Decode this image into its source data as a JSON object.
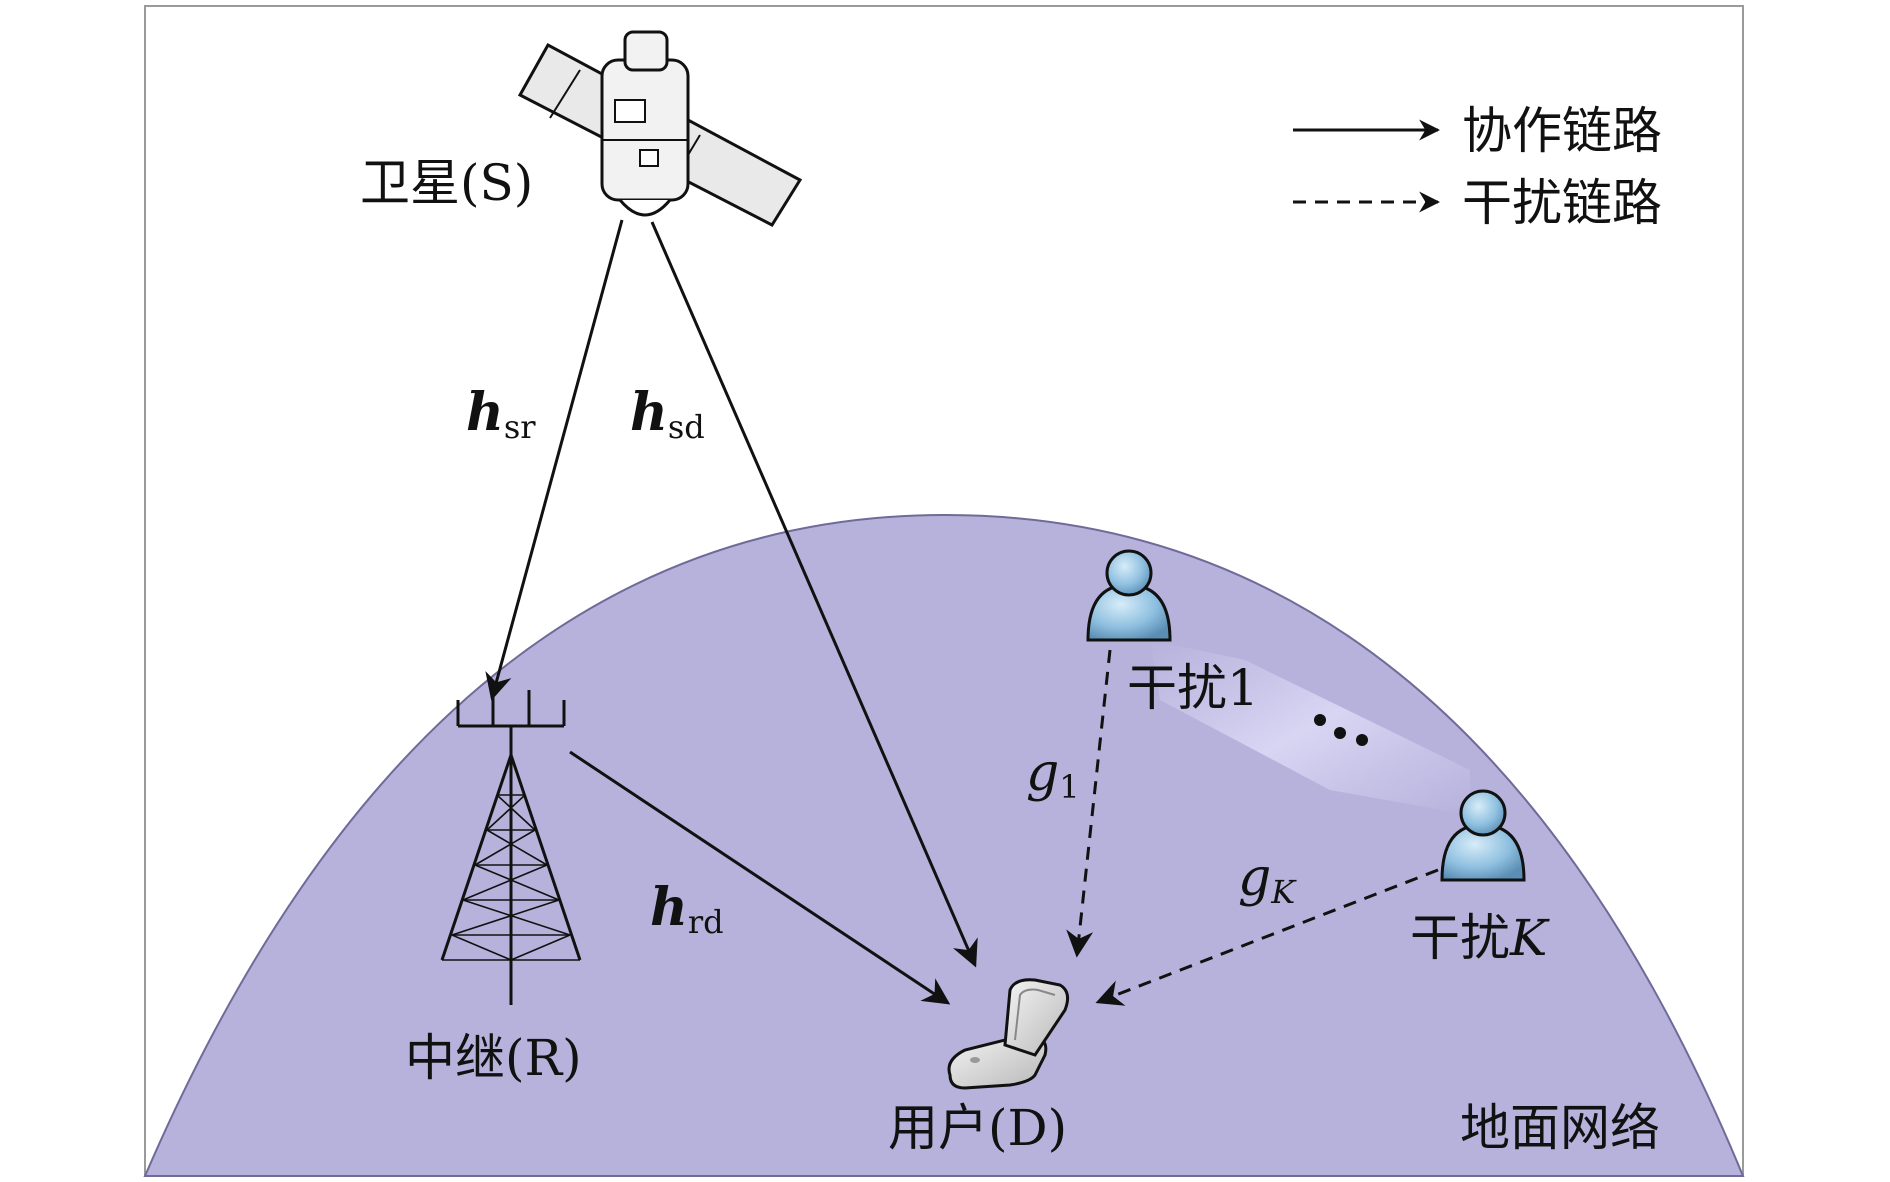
{
  "nodes": {
    "satellite": "卫星(S)",
    "relay": "中继(R)",
    "user": "用户(D)",
    "interferer_1": "干扰1",
    "interferer_k_prefix": "干扰",
    "interferer_k_var": "K",
    "region": "地面网络"
  },
  "links": {
    "h_sr": {
      "symbol": "h",
      "sub": "sr"
    },
    "h_sd": {
      "symbol": "h",
      "sub": "sd"
    },
    "h_rd": {
      "symbol": "h",
      "sub": "rd"
    },
    "g_1": {
      "symbol": "g",
      "sub": "1"
    },
    "g_K": {
      "symbol": "g",
      "sub": "K"
    }
  },
  "legend": {
    "cooperative": "协作链路",
    "interference": "干扰链路"
  },
  "colors": {
    "ground": "#b7b2dc",
    "ground_edge": "#6f6a98",
    "person": "#8fc0e0",
    "arrow": "#111111"
  },
  "icons": [
    "satellite-icon",
    "relay-tower-icon",
    "mobile-phone-icon",
    "person-icon"
  ]
}
